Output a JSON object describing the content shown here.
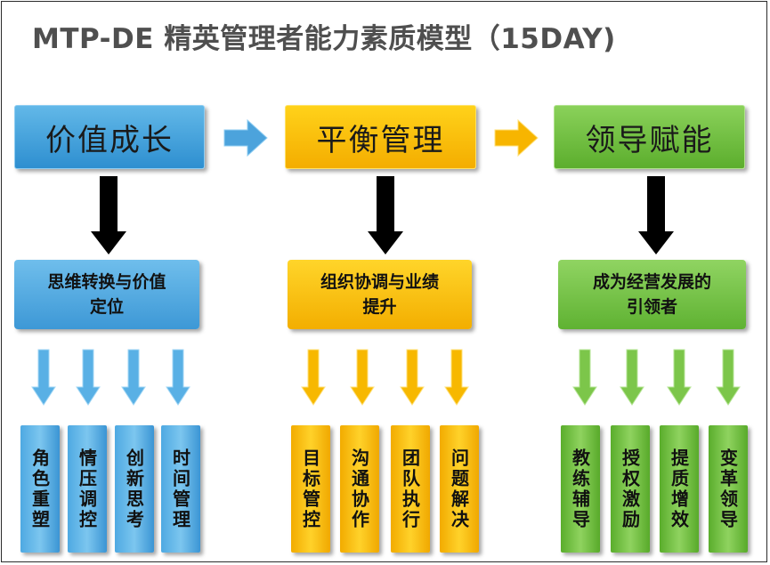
{
  "title": "MTP-DE 精英管理者能力素质模型（15DAY)",
  "colors": {
    "blue": "#3a9ad8",
    "gold": "#f7b800",
    "green": "#6bbd3b",
    "black_arrow": "#000000"
  },
  "columns": [
    {
      "head": "价值成长",
      "sub_line1": "思维转换与价值",
      "sub_line2": "定位",
      "leaves": [
        "角色重塑",
        "情压调控",
        "创新思考",
        "时间管理"
      ]
    },
    {
      "head": "平衡管理",
      "sub_line1": "组织协调与业绩",
      "sub_line2": "提升",
      "leaves": [
        "目标管控",
        "沟通协作",
        "团队执行",
        "问题解决"
      ]
    },
    {
      "head": "领导赋能",
      "sub_line1": "成为经营发展的",
      "sub_line2": "引领者",
      "leaves": [
        "教练辅导",
        "授权激励",
        "提质增效",
        "变革领导"
      ]
    }
  ]
}
